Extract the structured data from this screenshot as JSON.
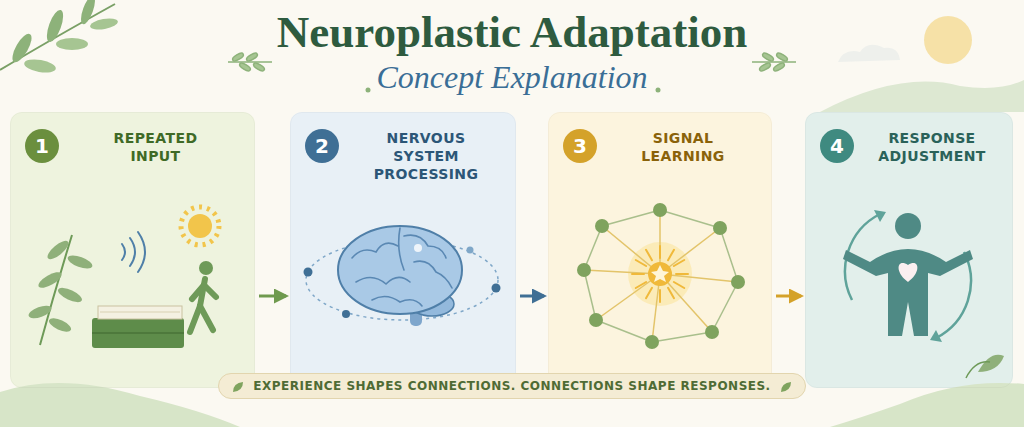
{
  "diagram": {
    "title": "Neuroplastic Adaptation",
    "nodes": [
      {
        "text": [
          "REPEATED INPUT"
        ]
      },
      {
        "text": [
          "1"
        ],
        "in": 0
      },
      {
        "text": [
          "NERVOUS SYSTEM PROCESSING"
        ]
      },
      {
        "text": [
          "2"
        ],
        "in": 2
      },
      {
        "text": [
          "SIGNAL LEARNING"
        ]
      },
      {
        "text": [
          "3"
        ],
        "in": 4
      },
      {
        "text": [
          "RESPONSE ADJUSTMENT"
        ]
      },
      {
        "text": [
          "4"
        ],
        "in": 6
      },
      {
        "text": [
          "EXPERIENCE SHAPES CONNECTIONS. CONNECTIONS SHAPE RESPONSES."
        ]
      }
    ],
    "edges": [
      {
        "from": 0,
        "to": 2,
        "arrow": "to"
      },
      {
        "from": 2,
        "to": 4,
        "arrow": "to"
      },
      {
        "from": 4,
        "to": 6,
        "arrow": "to"
      }
    ],
    "labels": [
      "Concept Explanation"
    ]
  }
}
